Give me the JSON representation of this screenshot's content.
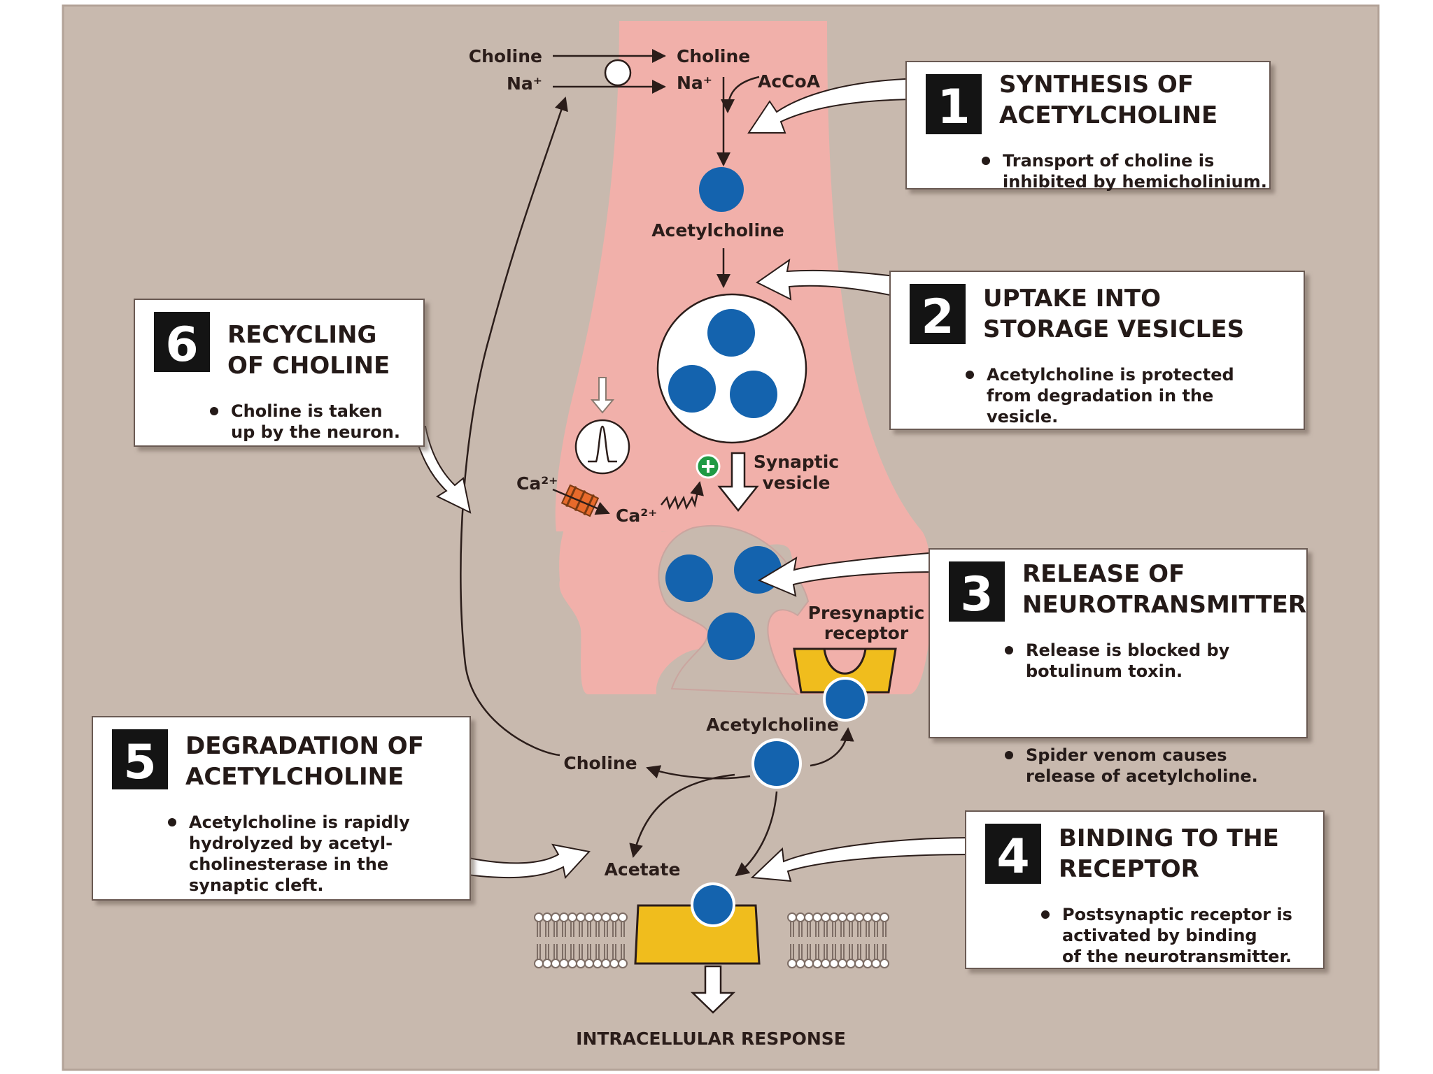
{
  "colors": {
    "background": "#c8b9ae",
    "neuron": "#f1b0aa",
    "neurotransmitter": "#1463ae",
    "receptor": "#f0bd1d",
    "callout_box": "#ffffff",
    "number_badge": "#141414"
  },
  "labels": {
    "choline_outside": "Choline",
    "na_outside": "Na⁺",
    "choline_inside": "Choline",
    "na_inside": "Na⁺",
    "accoa": "AcCoA",
    "acetylcholine_synth": "Acetylcholine",
    "ca_outside": "Ca²⁺",
    "ca_inside": "Ca²⁺",
    "synaptic_vesicle": [
      "Synaptic",
      "vesicle"
    ],
    "presynaptic_receptor": [
      "Presynaptic",
      "receptor"
    ],
    "acetylcholine_cleft": "Acetylcholine",
    "choline_cleft": "Choline",
    "acetate": "Acetate",
    "intracellular_response": "INTRACELLULAR RESPONSE"
  },
  "steps": [
    {
      "number": "1",
      "title": [
        "SYNTHESIS OF",
        "ACETYLCHOLINE"
      ],
      "bullets": [
        [
          "Transport of choline is",
          "inhibited by hemicholinium."
        ]
      ]
    },
    {
      "number": "2",
      "title": [
        "UPTAKE INTO",
        "STORAGE VESICLES"
      ],
      "bullets": [
        [
          "Acetylcholine is protected",
          "from degradation in the",
          "vesicle."
        ]
      ]
    },
    {
      "number": "3",
      "title": [
        "RELEASE OF",
        "NEUROTRANSMITTER"
      ],
      "bullets": [
        [
          "Release is blocked by",
          "botulinum toxin."
        ],
        [
          "Spider venom causes",
          "release of acetylcholine."
        ]
      ]
    },
    {
      "number": "4",
      "title": [
        "BINDING TO THE",
        "RECEPTOR"
      ],
      "bullets": [
        [
          "Postsynaptic receptor is",
          "activated by binding",
          "of the neurotransmitter."
        ]
      ]
    },
    {
      "number": "5",
      "title": [
        "DEGRADATION OF",
        "ACETYLCHOLINE"
      ],
      "bullets": [
        [
          "Acetylcholine is rapidly",
          "hydrolyzed by acetyl-",
          "cholinesterase in the",
          "synaptic cleft."
        ]
      ]
    },
    {
      "number": "6",
      "title": [
        "RECYCLING",
        "OF CHOLINE"
      ],
      "bullets": [
        [
          "Choline is taken",
          "up by the neuron."
        ]
      ]
    }
  ]
}
